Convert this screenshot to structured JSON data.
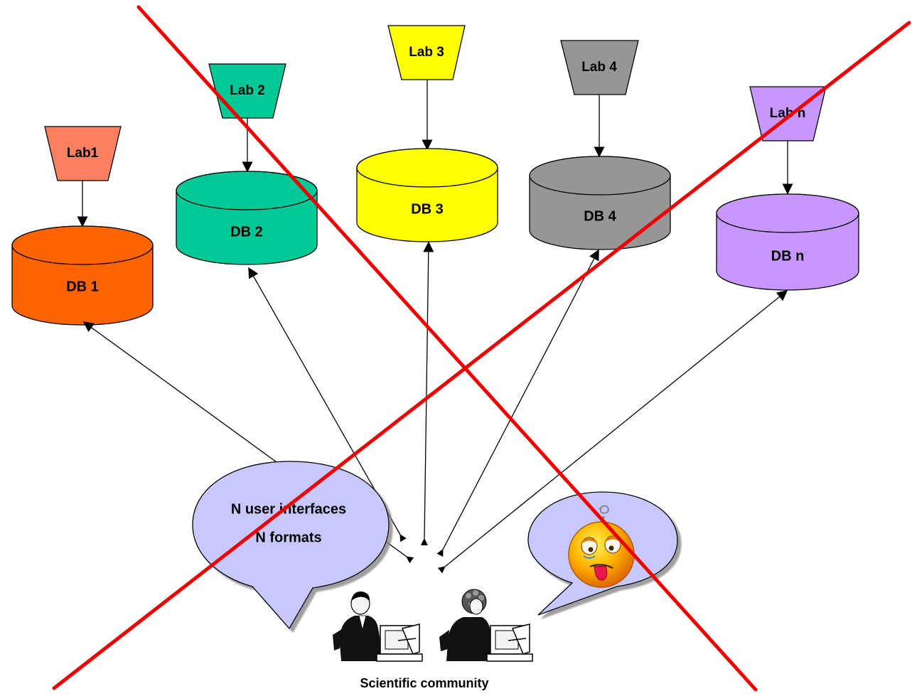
{
  "labs": [
    {
      "label": "Lab1",
      "color": "#fa8060"
    },
    {
      "label": "Lab 2",
      "color": "#00c896"
    },
    {
      "label": "Lab 3",
      "color": "#ffff00"
    },
    {
      "label": "Lab 4",
      "color": "#969696"
    },
    {
      "label": "Lab n",
      "color": "#c896ff"
    }
  ],
  "databases": [
    {
      "label": "DB 1",
      "color": "#ff6400"
    },
    {
      "label": "DB 2",
      "color": "#00c896"
    },
    {
      "label": "DB 3",
      "color": "#ffff00"
    },
    {
      "label": "DB 4",
      "color": "#969696"
    },
    {
      "label": "DB n",
      "color": "#c896ff"
    }
  ],
  "speech_bubble": {
    "line1": "N user interfaces",
    "line2": "N formats",
    "color": "#c8c8ff"
  },
  "emotion_bubble": {
    "icon": "sick-face-icon",
    "color": "#c8c8ff"
  },
  "users": {
    "icons": [
      "man-at-computer-icon",
      "woman-at-computer-icon"
    ],
    "caption": "Scientific community"
  },
  "cross_color": "#ee0000"
}
